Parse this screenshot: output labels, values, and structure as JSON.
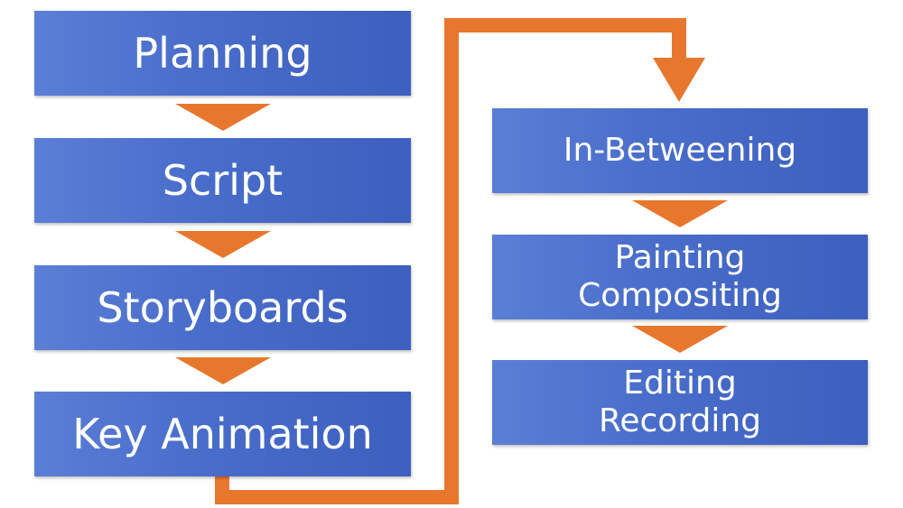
{
  "colors": {
    "box_fill": "#4a6ecb",
    "box_text": "#ffffff",
    "arrow": "#e8772e",
    "background": "#ffffff"
  },
  "left_column": [
    {
      "lines": [
        "Planning"
      ]
    },
    {
      "lines": [
        "Script"
      ]
    },
    {
      "lines": [
        "Storyboards"
      ]
    },
    {
      "lines": [
        "Key Animation"
      ]
    }
  ],
  "right_column": [
    {
      "lines": [
        "In-Betweening"
      ]
    },
    {
      "lines": [
        "Painting",
        "Compositing"
      ]
    },
    {
      "lines": [
        "Editing",
        "Recording"
      ]
    }
  ]
}
